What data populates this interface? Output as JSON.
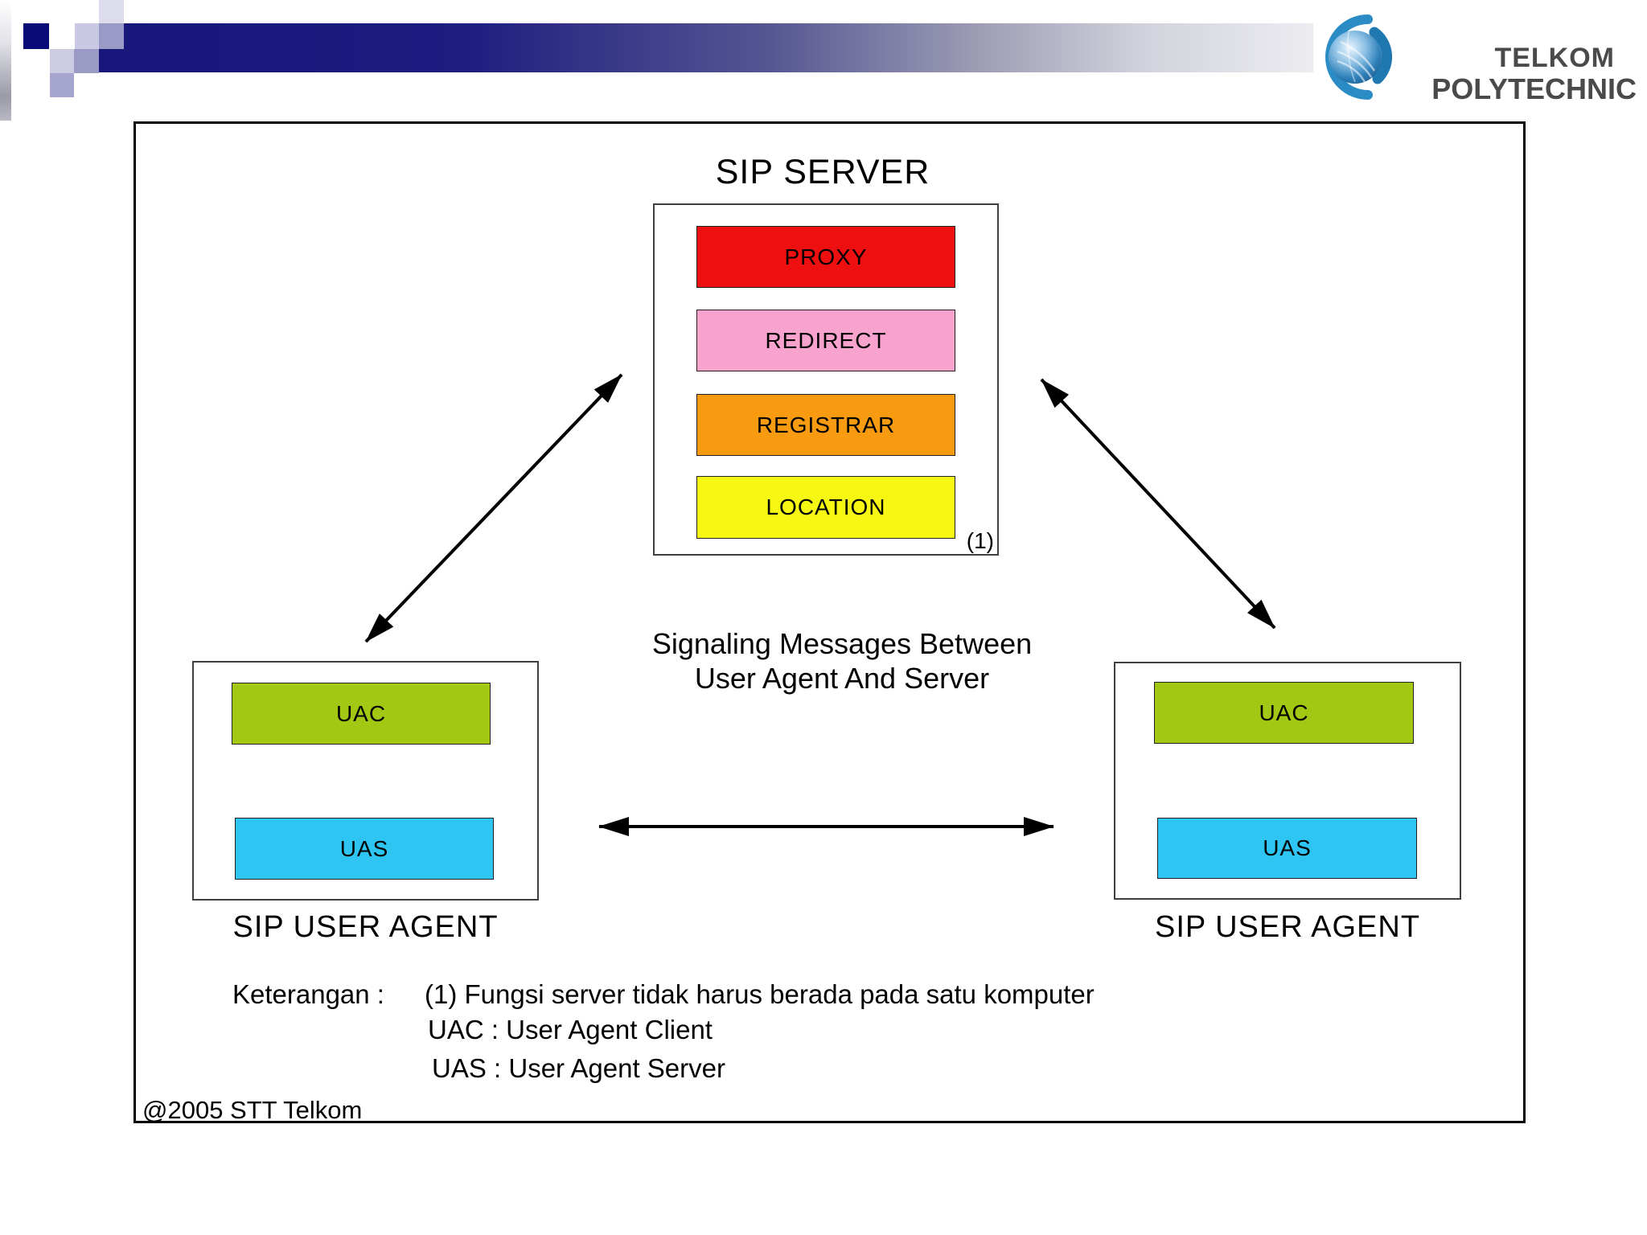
{
  "logo": {
    "line1": "TELKOM",
    "line2": "POLYTECHNIC",
    "globe_icon": "telkom-globe"
  },
  "diagram": {
    "server": {
      "title": "SIP SERVER",
      "components": [
        {
          "label": "PROXY",
          "color": "#ee1010"
        },
        {
          "label": "REDIRECT",
          "color": "#f7a3ce"
        },
        {
          "label": "REGISTRAR",
          "color": "#f89b10"
        },
        {
          "label": "LOCATION",
          "color": "#f7f714"
        }
      ],
      "footnote_marker": "(1)"
    },
    "agent_left": {
      "title": "SIP USER AGENT",
      "components": [
        {
          "label": "UAC",
          "color": "#a2c813"
        },
        {
          "label": "UAS",
          "color": "#2fc5f2"
        }
      ]
    },
    "agent_right": {
      "title": "SIP USER AGENT",
      "components": [
        {
          "label": "UAC",
          "color": "#a2c813"
        },
        {
          "label": "UAS",
          "color": "#2fc5f2"
        }
      ]
    },
    "center_caption_line1": "Signaling Messages Between",
    "center_caption_line2": "User Agent And Server",
    "arrow_color": "#000000"
  },
  "legend": {
    "heading": "Keterangan :",
    "items": [
      "(1) Fungsi server tidak harus berada pada satu komputer",
      "UAC : User Agent Client",
      "UAS : User Agent Server"
    ]
  },
  "footer": "@2005 STT Telkom",
  "decor_colors": {
    "bar_dark": "#17177c",
    "square_navy": "#0a0a78",
    "square_light": "#c9c9e4",
    "square_medium": "#9a9ac6"
  }
}
